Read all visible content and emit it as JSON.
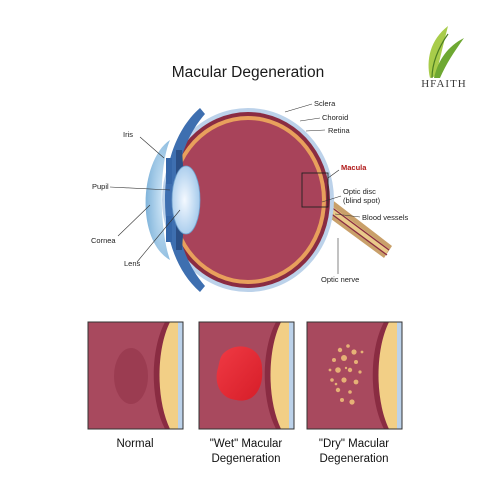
{
  "title": "Macular Degeneration",
  "brand": {
    "text": "HFAITH",
    "color": "#5a9a2e"
  },
  "labels": {
    "iris": "Iris",
    "pupil": "Pupil",
    "cornea": "Cornea",
    "lens": "Lens",
    "sclera": "Sclera",
    "choroid": "Choroid",
    "retina": "Retina",
    "macula": "Macula",
    "optic_disc_line1": "Optic disc",
    "optic_disc_line2": "(blind spot)",
    "blood_vessels": "Blood vessels",
    "optic_nerve": "Optic nerve"
  },
  "panels": [
    {
      "line1": "Normal",
      "line2": ""
    },
    {
      "line1": "\"Wet\" Macular",
      "line2": "Degeneration"
    },
    {
      "line1": "\"Dry\" Macular",
      "line2": "Degeneration"
    }
  ],
  "colors": {
    "eye_interior": "#a8435a",
    "sclera": "#bcd2ea",
    "choroid": "#8a2c42",
    "retina": "#e8a05c",
    "panel_bg": "#a8495e",
    "wet_blob": "#e8222e",
    "dry_spots": "#e6b176",
    "optic_nerve": "#e9c98a"
  }
}
